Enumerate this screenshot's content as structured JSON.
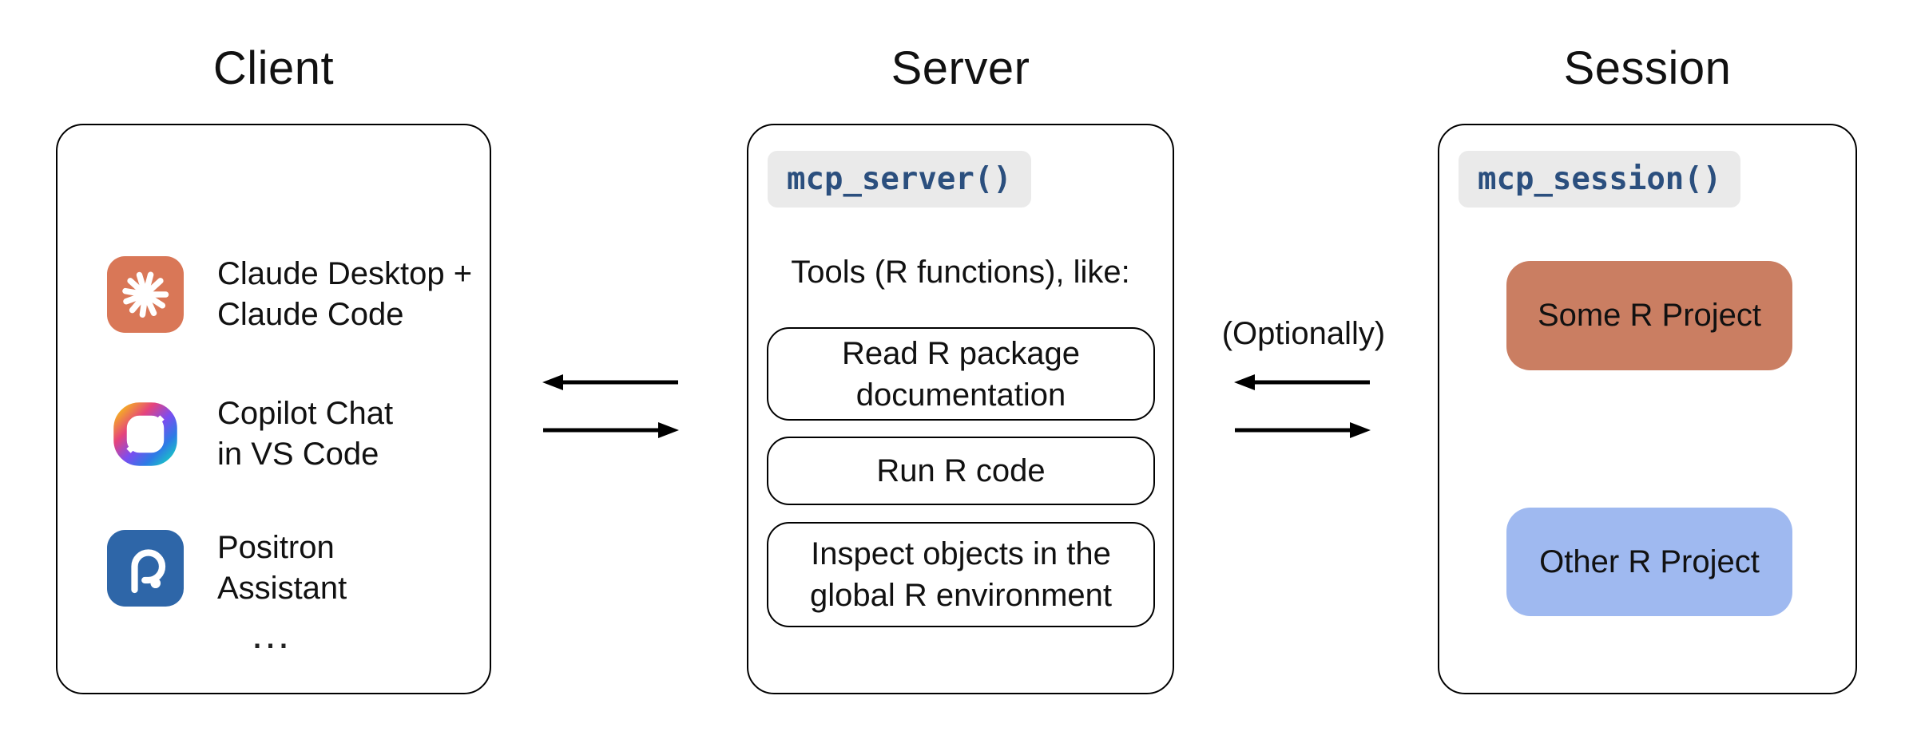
{
  "colors": {
    "claude_terracotta": "#D97757",
    "positron_blue": "#2E66A8",
    "project_orange": "#CA7E62",
    "project_blue": "#9FB9F0",
    "code_text": "#2B4F7E",
    "code_chip_bg": "#EAEAEA",
    "outline": "#000000",
    "background": "#FFFFFF"
  },
  "client": {
    "title": "Client",
    "items": [
      {
        "icon": "claude-icon",
        "label": "Claude Desktop +\nClaude Code"
      },
      {
        "icon": "copilot-icon",
        "label": "Copilot Chat\nin VS Code"
      },
      {
        "icon": "positron-icon",
        "label": "Positron\nAssistant"
      }
    ],
    "ellipsis": "…"
  },
  "server": {
    "title": "Server",
    "code_label": "mcp_server()",
    "tools_heading": "Tools (R functions), like:",
    "tools": [
      {
        "label": "Read R package\ndocumentation"
      },
      {
        "label": "Run R code"
      },
      {
        "label": "Inspect objects in the\nglobal R environment"
      }
    ]
  },
  "session": {
    "title": "Session",
    "code_label": "mcp_session()",
    "projects": [
      {
        "label": "Some R Project",
        "color": "#CA7E62"
      },
      {
        "label": "Other R Project",
        "color": "#9FB9F0"
      }
    ]
  },
  "links": {
    "optional_label": "(Optionally)"
  }
}
